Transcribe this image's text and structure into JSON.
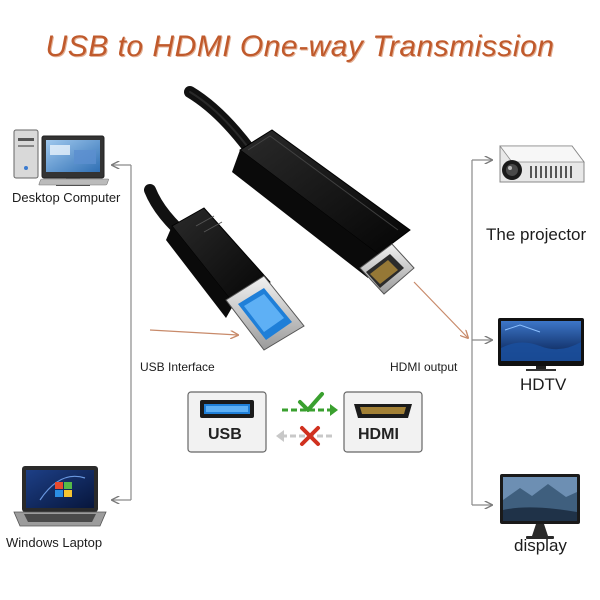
{
  "title": "USB to HDMI One-way Transmission",
  "sources": {
    "desktop": "Desktop Computer",
    "laptop": "Windows Laptop"
  },
  "displays": {
    "projector": "The projector",
    "hdtv": "HDTV",
    "display": "display"
  },
  "cable": {
    "usb_interface": "USB Interface",
    "hdmi_output": "HDMI output"
  },
  "direction": {
    "usb_label": "USB",
    "hdmi_label": "HDMI",
    "allowed_mark": "check-mark",
    "blocked_mark": "cross-mark"
  },
  "colors": {
    "title": "#c05a2c",
    "check": "#3aa02f",
    "cross": "#d0311f",
    "usb_blue": "#1f7fd8"
  }
}
